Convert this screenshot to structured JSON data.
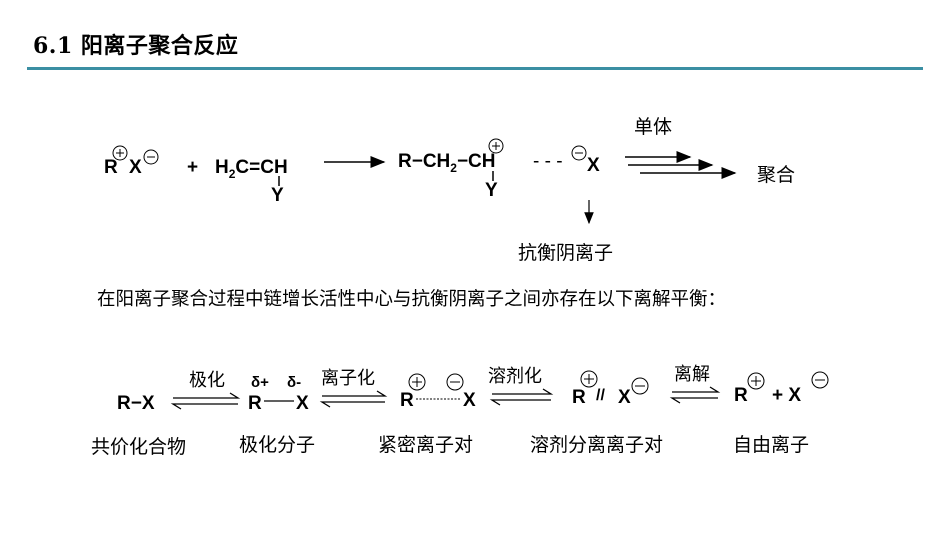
{
  "title": "6.1 阳离子聚合反应",
  "top_eq": {
    "initiator_R": "R",
    "initiator_X": "X",
    "plus": "+",
    "monomer_line1_a": "H",
    "monomer_line1_sub": "2",
    "monomer_line1_b": "C=CH",
    "monomer_Y": "Y",
    "product_a": "R−CH",
    "product_sub": "2",
    "product_b": "−CH",
    "product_dash": "- - -",
    "product_X": "X",
    "product_Y": "Y",
    "monomer_label": "单体",
    "polymerize_label": "聚合",
    "counterion_label": "抗衡阴离子"
  },
  "description": "在阳离子聚合过程中链增长活性中心与抗衡阴离子之间亦存在以下离解平衡：",
  "equilibrium": {
    "rx": "R−X",
    "polarize_label": "极化",
    "delta_plus": "δ+",
    "delta_minus": "δ-",
    "r1": "R",
    "x1": "X",
    "ionize_label": "离子化",
    "r2": "R",
    "x2": "X",
    "solvate_label": "溶剂化",
    "r3": "R",
    "slash": "//",
    "x3": "X",
    "dissociate_label": "离解",
    "r4": "R",
    "plus_x": "+ X",
    "names": [
      "共价化合物",
      "极化分子",
      "紧密离子对",
      "溶剂分离离子对",
      "自由离子"
    ]
  }
}
